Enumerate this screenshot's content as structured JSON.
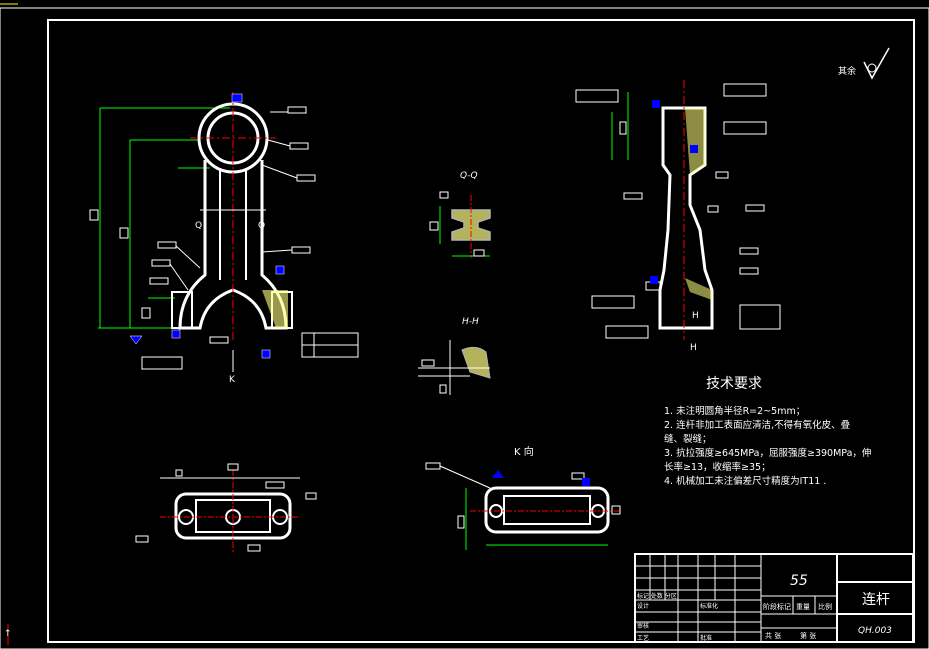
{
  "drawing": {
    "roughness_label": "其余",
    "section_qq": "Q-Q",
    "section_hh": "H-H",
    "view_k": "K 向",
    "mark_q_left": "Q",
    "mark_q_right": "Q",
    "mark_k": "K",
    "mark_h_bottom": "H",
    "mark_h_side": "H"
  },
  "tech_requirements": {
    "title": "技术要求",
    "items": [
      "1. 未注明圆角半径R=2~5mm；",
      "2. 连杆非加工表面应清洁,不得有氧化皮、叠",
      "   缝、裂缝；",
      "3. 抗拉强度≥645MPa，屈服强度≥390MPa，伸",
      "   长率≥13，收缩率≥35；",
      "4. 机械加工未注偏差尺寸精度为IT11 ."
    ]
  },
  "title_block": {
    "scale_number": "55",
    "part_name": "连杆",
    "drawing_code": "QH.003",
    "stage_label": "阶段标记",
    "weight_label": "重量",
    "scale_label": "比例",
    "total_sheets": "共 张",
    "sheet_no": "第 张",
    "row_labels": [
      "标记 处数 分区",
      "设计",
      "审核",
      "工艺"
    ],
    "mid_labels": [
      "标准化"
    ],
    "approve_label": "批准"
  },
  "colors": {
    "background": "#000000",
    "line": "#ffffff",
    "center_line": "#ff0000",
    "dimension": "#00ff00",
    "symbol": "#0000ff",
    "hatch": "#ffff80"
  }
}
